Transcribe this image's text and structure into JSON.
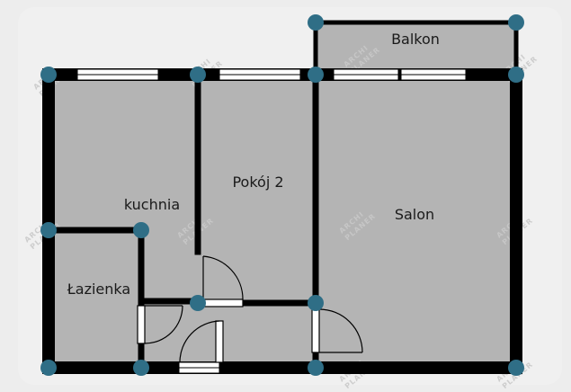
{
  "rooms": {
    "balcony": "Balkon",
    "kitchen": "kuchnia",
    "room2": "Pokój 2",
    "living": "Salon",
    "bathroom": "Łazienka"
  },
  "watermark": [
    "ARCHI",
    "PLANER"
  ],
  "colors": {
    "background": "#ededed",
    "floor": "#b4b4b4",
    "wall": "#000000",
    "node": "#2f6e86",
    "window": "#ffffff",
    "door_arc": "#000000"
  }
}
